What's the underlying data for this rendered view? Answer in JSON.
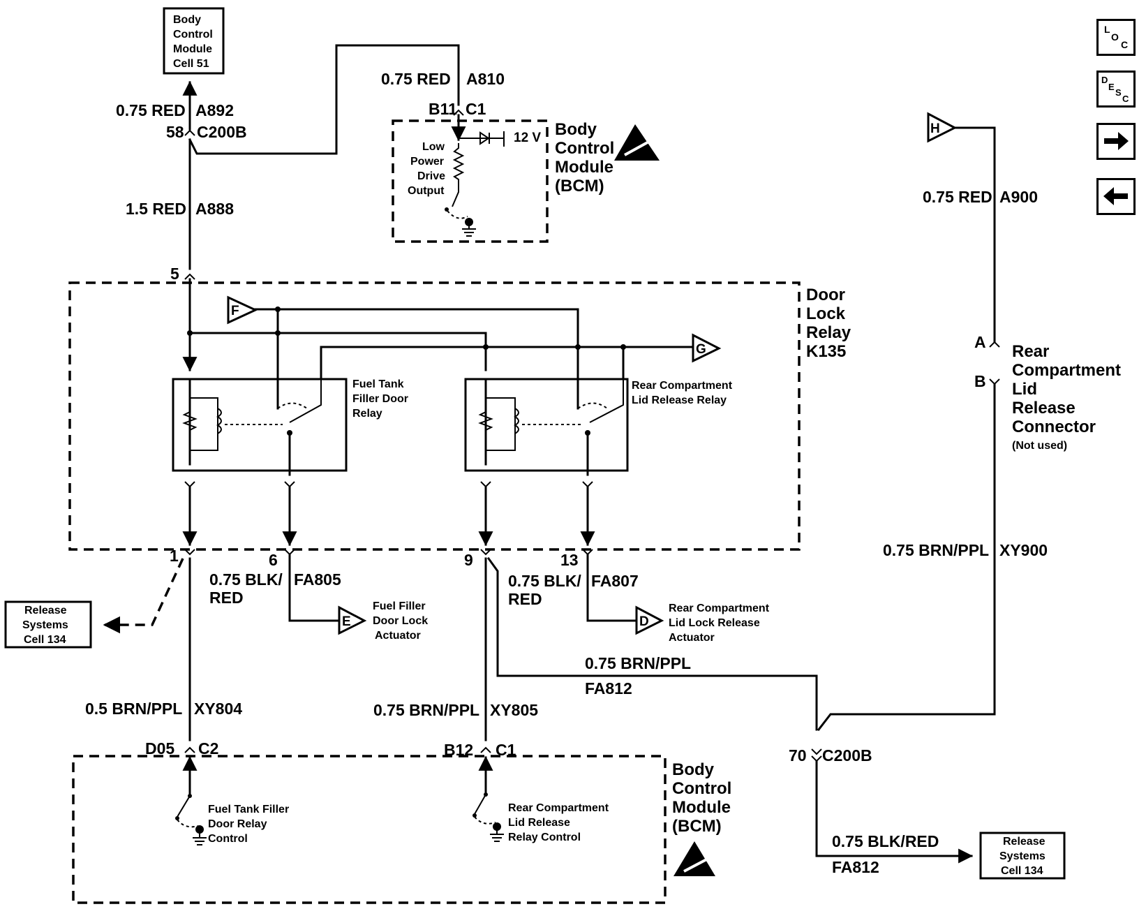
{
  "nav": {
    "loc_label": "LOC",
    "desc_label": "DESC",
    "next_icon": "arrow-right-icon",
    "prev_icon": "arrow-left-icon"
  },
  "top_module": {
    "l1": "Body",
    "l2": "Control",
    "l3": "Module",
    "l4": "Cell 51"
  },
  "wire_a892": {
    "gauge": "0.75 RED",
    "circuit": "A892"
  },
  "conn_c200b_top": {
    "pin": "58",
    "name": "C200B"
  },
  "wire_a888": {
    "gauge": "1.5 RED",
    "circuit": "A888"
  },
  "wire_a810": {
    "gauge": "0.75 RED",
    "circuit": "A810"
  },
  "bcm_top_conn": {
    "pin": "B11",
    "name": "C1"
  },
  "bcm_top": {
    "l1": "Body",
    "l2": "Control",
    "l3": "Module",
    "l4": "(BCM)",
    "volt": "12 V",
    "out1": "Low",
    "out2": "Power",
    "out3": "Drive",
    "out4": "Output"
  },
  "relay": {
    "l1": "Door",
    "l2": "Lock",
    "l3": "Relay",
    "l4": "K135",
    "pin_top": "5",
    "fuel_relay_1": "Fuel Tank",
    "fuel_relay_2": "Filler Door",
    "fuel_relay_3": "Relay",
    "rear_relay_1": "Rear Compartment",
    "rear_relay_2": "Lid Release Relay"
  },
  "flags": {
    "f": "F",
    "g": "G",
    "h": "H",
    "e": "E",
    "d": "D"
  },
  "pins": {
    "p1": "1",
    "p6": "6",
    "p9": "9",
    "p13": "13",
    "pa": "A",
    "pb": "B"
  },
  "wire_fa805": {
    "gauge1": "0.75 BLK/",
    "gauge2": "RED",
    "circuit": "FA805"
  },
  "wire_fa807": {
    "gauge1": "0.75 BLK/",
    "gauge2": "RED",
    "circuit": "FA807"
  },
  "fuel_actuator": {
    "l1": "Fuel Filler",
    "l2": "Door Lock",
    "l3": "Actuator"
  },
  "rear_actuator": {
    "l1": "Rear Compartment",
    "l2": "Lid Lock Release",
    "l3": "Actuator"
  },
  "release_left": {
    "l1": "Release",
    "l2": "Systems",
    "l3": "Cell 134"
  },
  "release_right": {
    "l1": "Release",
    "l2": "Systems",
    "l3": "Cell 134"
  },
  "wire_fa812_a": {
    "gauge": "0.75 BRN/PPL",
    "circuit": "FA812"
  },
  "wire_xy804": {
    "gauge": "0.5 BRN/PPL",
    "circuit": "XY804"
  },
  "wire_xy805": {
    "gauge": "0.75 BRN/PPL",
    "circuit": "XY805"
  },
  "wire_a900": {
    "gauge": "0.75 RED",
    "circuit": "A900"
  },
  "wire_xy900": {
    "gauge": "0.75 BRN/PPL",
    "circuit": "XY900"
  },
  "wire_fa812_b": {
    "gauge": "0.75 BLK/RED",
    "circuit": "FA812"
  },
  "conn_c200b_bottom": {
    "pin": "70",
    "name": "C200B"
  },
  "rear_connector": {
    "l1": "Rear",
    "l2": "Compartment",
    "l3": "Lid",
    "l4": "Release",
    "l5": "Connector",
    "l6": "(Not used)"
  },
  "bcm_bottom_conn_left": {
    "pin": "D05",
    "name": "C2"
  },
  "bcm_bottom_conn_right": {
    "pin": "B12",
    "name": "C1"
  },
  "bcm_bottom": {
    "l1": "Body",
    "l2": "Control",
    "l3": "Module",
    "l4": "(BCM)",
    "fuel_c1": "Fuel Tank Filler",
    "fuel_c2": "Door Relay",
    "fuel_c3": "Control",
    "rear_c1": "Rear Compartment",
    "rear_c2": "Lid Release",
    "rear_c3": "Relay Control"
  }
}
